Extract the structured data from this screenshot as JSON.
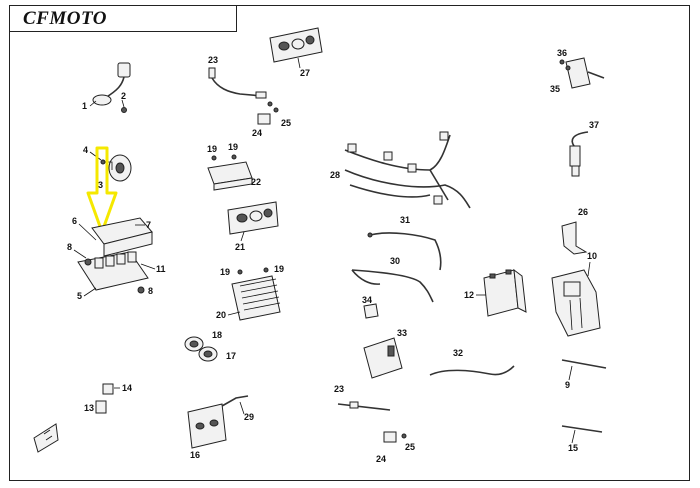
{
  "brand": "CFMOTO",
  "highlight_color": "#f5e800",
  "callouts": [
    "1",
    "2",
    "3",
    "4",
    "5",
    "6",
    "7",
    "8",
    "8",
    "11",
    "19",
    "19",
    "22",
    "20",
    "19",
    "19",
    "21",
    "18",
    "17",
    "14",
    "13",
    "16",
    "29",
    "23",
    "24",
    "25",
    "27",
    "28",
    "31",
    "30",
    "34",
    "33",
    "32",
    "23",
    "24",
    "25",
    "12",
    "36",
    "35",
    "37",
    "26",
    "10",
    "9",
    "15"
  ]
}
